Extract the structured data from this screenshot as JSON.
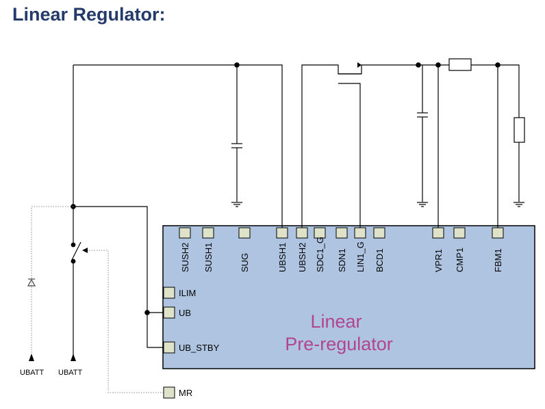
{
  "title": "Linear Regulator:",
  "block": {
    "line1": "Linear",
    "line2": "Pre-regulator"
  },
  "top_pins": [
    "SUSH2",
    "SUSH1",
    "SUG",
    "UBSH1",
    "UBSH2",
    "SDC1_G",
    "SDN1",
    "LIN1_G",
    "BCD1",
    "VPR1",
    "CMP1",
    "FBM1"
  ],
  "left_pins": [
    "ILIM",
    "UB",
    "UB_STBY"
  ],
  "external_pin": "MR",
  "supply_labels": [
    "UBATT",
    "UBATT"
  ],
  "colors": {
    "block_fill": "#aec4e1",
    "pin_fill": "#dde2c8",
    "title": "#243a6b",
    "block_label": "#b24590"
  }
}
